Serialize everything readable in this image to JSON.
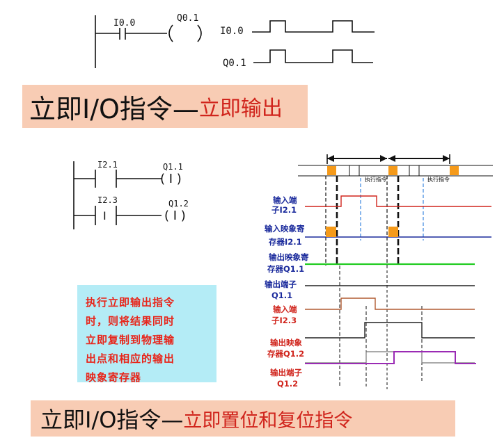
{
  "ladder_top": {
    "contact_label": "I0.0",
    "coil_label": "Q0.1",
    "wave_labels": [
      "I0.0",
      "Q0.1"
    ]
  },
  "banner1": {
    "main": "立即I/O指令—",
    "sub": "立即输出"
  },
  "ladder_mid": {
    "rung1_contact": "I2.1",
    "rung1_coil": "Q1.1",
    "rung1_coil_symbol": "( I )",
    "rung2_contact": "I2.3",
    "rung2_contact_symbol": "I",
    "rung2_coil": "Q1.2",
    "rung2_coil_symbol": "( I )"
  },
  "timing": {
    "scan_labels": [
      "执行指令",
      "执行指令"
    ],
    "signals": [
      {
        "label_lines": [
          "输入端",
          "子I2.1"
        ],
        "color": "#d0241c",
        "label_color": "#1a2a9c"
      },
      {
        "label_lines": [
          "输入映象寄",
          "存器I2.1"
        ],
        "color": "#1a2a9c",
        "label_color": "#1a2a9c"
      },
      {
        "label_lines": [
          "输出映象寄",
          "存器Q1.1"
        ],
        "color": "#22cc22",
        "label_color": "#1a2a9c"
      },
      {
        "label_lines": [
          "输出端子",
          "Q1.1"
        ],
        "color": "#222222",
        "label_color": "#1a2a9c"
      },
      {
        "label_lines": [
          "输入端",
          "子I2.3"
        ],
        "color": "#b05a30",
        "label_color": "#d0241c"
      },
      {
        "label_lines": [
          "输出映象",
          "存器Q1.2"
        ],
        "color": "#222222",
        "label_color": "#d0241c"
      },
      {
        "label_lines": [
          "输出端子",
          "Q1.2"
        ],
        "color": "#9a2ab4",
        "label_color": "#d0241c"
      }
    ],
    "accent_color": "#f59a1a"
  },
  "note": {
    "lines": [
      "执行立即输出指令",
      "时，则将结果同时",
      "立即复制到物理输",
      "出点和相应的输出",
      "映象寄存器"
    ]
  },
  "banner2": {
    "main": "立即I/O指令—",
    "sub": "立即置位和复位指令"
  }
}
